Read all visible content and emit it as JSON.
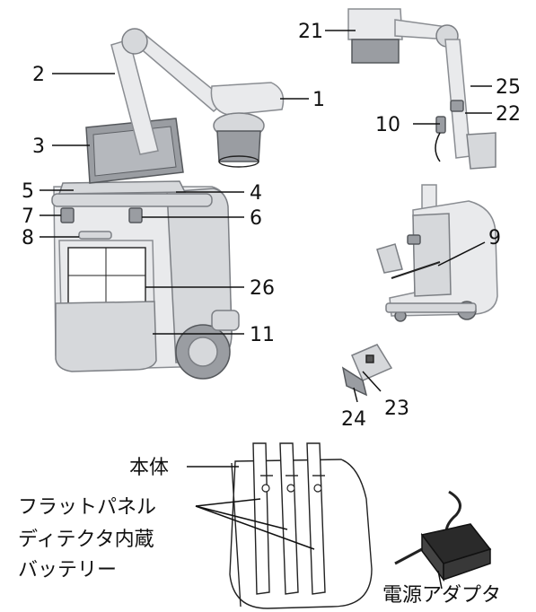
{
  "callouts": {
    "c1": "1",
    "c2": "2",
    "c3": "3",
    "c4": "4",
    "c5": "5",
    "c6": "6",
    "c7": "7",
    "c8": "8",
    "c9": "9",
    "c10": "10",
    "c11": "11",
    "c21": "21",
    "c22": "22",
    "c23": "23",
    "c24": "24",
    "c25": "25",
    "c26": "26"
  },
  "labels": {
    "main_body": "本体",
    "fpd_line1": "フラットパネル",
    "fpd_line2": "ディテクタ内蔵",
    "fpd_line3": "バッテリー",
    "power_adapter": "電源アダプタ"
  }
}
